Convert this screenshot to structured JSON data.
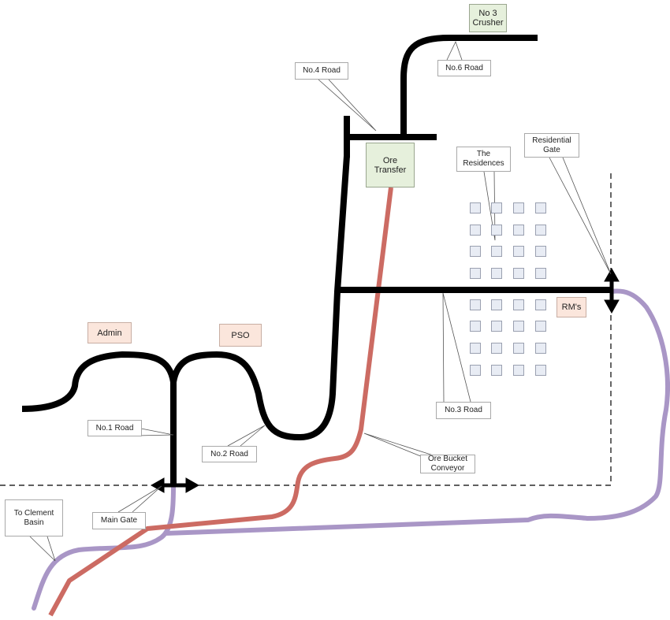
{
  "labels": {
    "crusher": "No 3\nCrusher",
    "no6_road": "No.6 Road",
    "no4_road": "No.4 Road",
    "ore_transfer": "Ore\nTransfer",
    "residences": "The\nResidences",
    "residential_gate": "Residential\nGate",
    "rms": "RM's",
    "admin": "Admin",
    "pso": "PSO",
    "no1_road": "No.1 Road",
    "no2_road": "No.2 Road",
    "no3_road": "No.3 Road",
    "ore_bucket_conveyor": "Ore Bucket\nConveyor",
    "main_gate": "Main Gate",
    "to_clement_basin": "To Clement\nBasin"
  },
  "colors": {
    "road": "#000000",
    "conveyor": "#cc6b63",
    "perimeter_road": "#a996c6",
    "boundary": "#000000",
    "facility_fill_green": "#e6f0dc",
    "facility_fill_peach": "#fbe6dc",
    "building_fill": "#e8ecf4"
  },
  "residence_block_count": 32
}
